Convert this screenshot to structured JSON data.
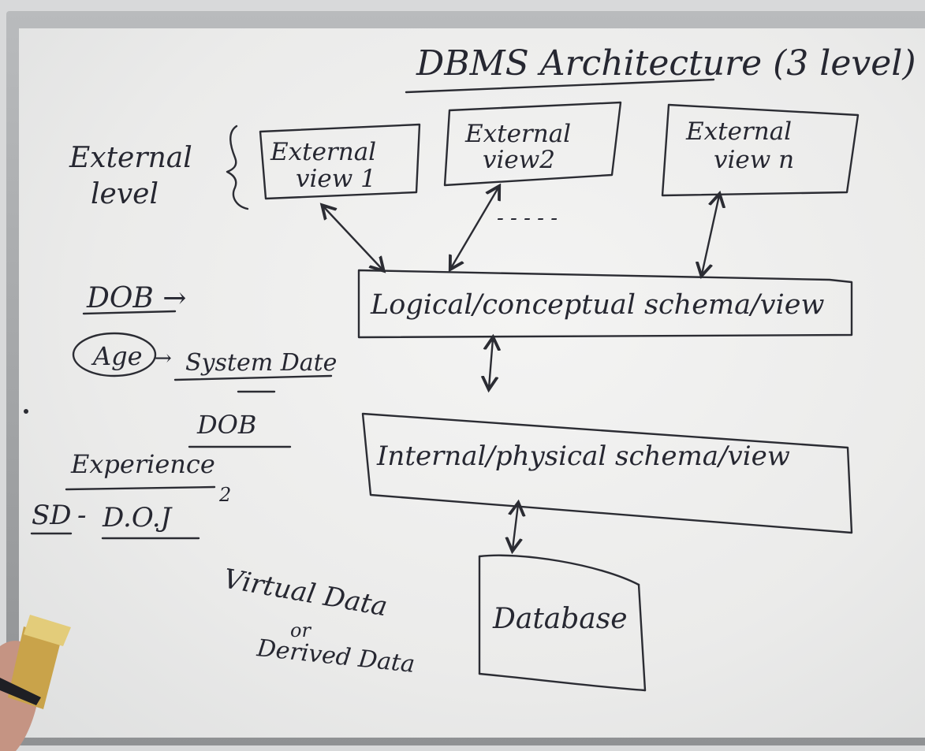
{
  "title": "DBMS Architecture (3 level)",
  "external_level_label": [
    "External",
    "level"
  ],
  "external_views": [
    [
      "External",
      "view 1"
    ],
    [
      "External",
      "view2"
    ],
    [
      "External",
      "view n"
    ]
  ],
  "ellipsis": "- - - - -",
  "logical_schema": "Logical/conceptual schema/view",
  "internal_schema": "Internal/physical schema/view",
  "database": "Database",
  "notes": {
    "dob": "DOB →",
    "age": "Age",
    "arrow": "→",
    "system_date": "System Date",
    "dash": "—",
    "dob2": "DOB",
    "experience": "Experience",
    "exp_suffix": "2",
    "sd": "SD",
    "minus": "-",
    "doj": "D.O.J",
    "virtual_data": "Virtual Data",
    "or": "or",
    "derived_data": "Derived Data"
  },
  "colors": {
    "ink": "#2b2c33",
    "board": "#efefee",
    "frame": "#a5a7a9"
  }
}
